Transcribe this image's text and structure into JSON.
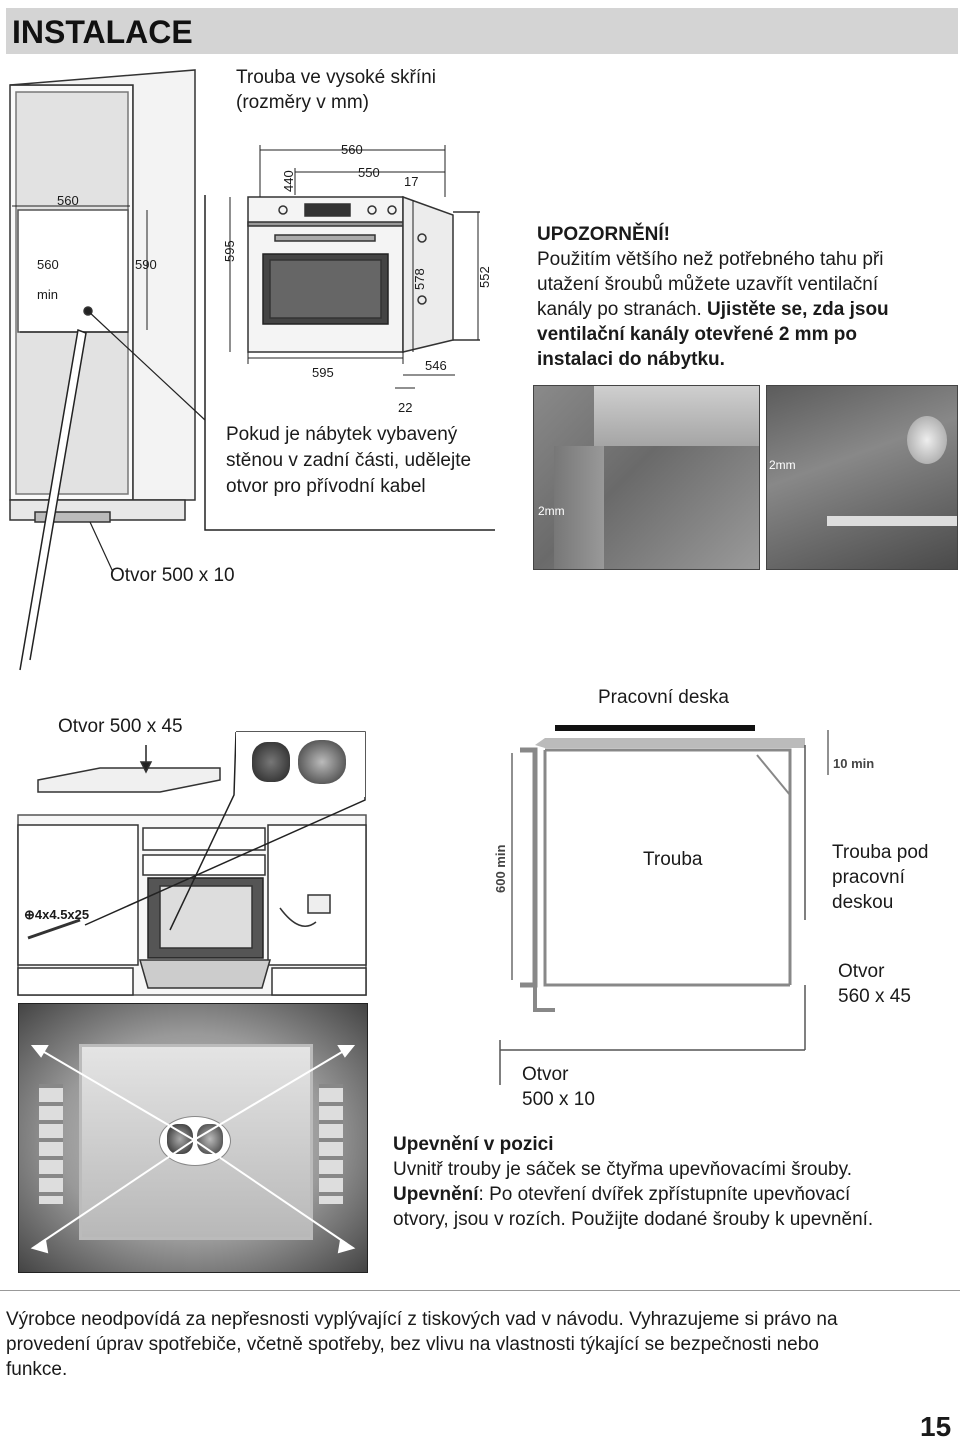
{
  "header": {
    "title": "INSTALACE"
  },
  "tall_cabinet": {
    "caption": [
      "Trouba ve vysoké skříni",
      "(rozměry v mm)"
    ],
    "dims": {
      "w560_top": "560",
      "d560": "560",
      "min": "min",
      "h590": "590",
      "h595_left": "595",
      "w560": "560",
      "w550": "550",
      "d440": "440",
      "d17": "17",
      "h578": "578",
      "h552": "552",
      "w595": "595",
      "w546": "546",
      "d22": "22"
    },
    "cable_note": [
      "Pokud je nábytek vybavený",
      "stěnou v zadní části, udělejte",
      "otvor pro přívodní kabel"
    ],
    "opening_label": "Otvor 500 x 10"
  },
  "warning": {
    "title": "UPOZORNĚNÍ!",
    "lines": [
      "Použitím většího než potřebného tahu při",
      "utažení šroubů můžete uzavřít ventilační",
      "kanály po stranách."
    ],
    "bold_lines": [
      "Ujistěte se, zda jsou",
      "ventilační kanály otevřené 2 mm po",
      "instalaci do nábytku."
    ],
    "photo_label_1": "2mm",
    "photo_label_2": "2mm"
  },
  "under_counter": {
    "opening_label": "Otvor 500 x 45",
    "screw_label": "⊕4x4.5x25",
    "worktop": "Pracovní deska",
    "min10": "10 min",
    "min600": "600 min",
    "oven": "Trouba",
    "under": [
      "Trouba pod",
      "pracovní",
      "deskou"
    ],
    "opening_560": [
      "Otvor",
      "560 x 45"
    ],
    "opening_500": [
      "Otvor",
      "500 x 10"
    ]
  },
  "fixing": {
    "title": "Upevnění v pozici",
    "line1": "Uvnitř trouby je sáček se čtyřma upevňovacími šrouby.",
    "line2_bold": "Upevnění",
    "line2_rest": ": Po otevření dvířek zpřístupníte upevňovací",
    "line3": "otvory, jsou v rozích. Použijte dodané šrouby k upevnění."
  },
  "footer": {
    "lines": [
      "Výrobce neodpovídá za nepřesnosti vyplývající z tiskových vad v návodu. Vyhrazujeme si právo na",
      "provedení úprav spotřebiče, včetně spotřeby, bez vlivu na vlastnosti týkající se bezpečnosti nebo",
      "funkce."
    ],
    "page_number": "15"
  }
}
